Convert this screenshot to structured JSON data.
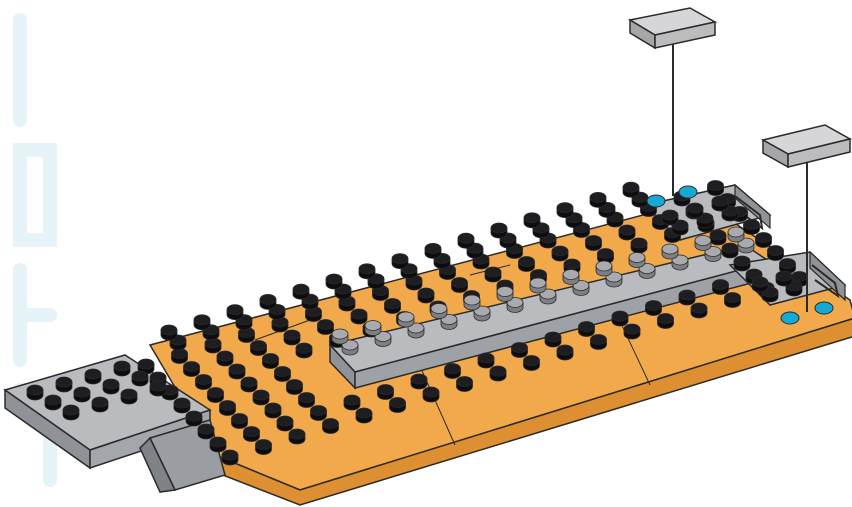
{
  "illustration": {
    "subject": "building-instruction-step",
    "colors": {
      "background": "#ffffff",
      "orange_plate": "#f1a94b",
      "orange_plate_side": "#dd8f31",
      "gray_plate": "#b9bbbf",
      "gray_plate_side": "#8f9297",
      "stud_dark": "#1e1e22",
      "stud_gray": "#a8aaae",
      "stud_blue": "#17a9d6",
      "tile": "#bcbcbe",
      "outline": "#2a2a2a",
      "watermark": "#e7f4f9"
    },
    "callouts": [
      {
        "name": "tile-1x2-upper",
        "part": "flat-tile"
      },
      {
        "name": "tile-1x2-lower",
        "part": "flat-tile"
      }
    ]
  }
}
